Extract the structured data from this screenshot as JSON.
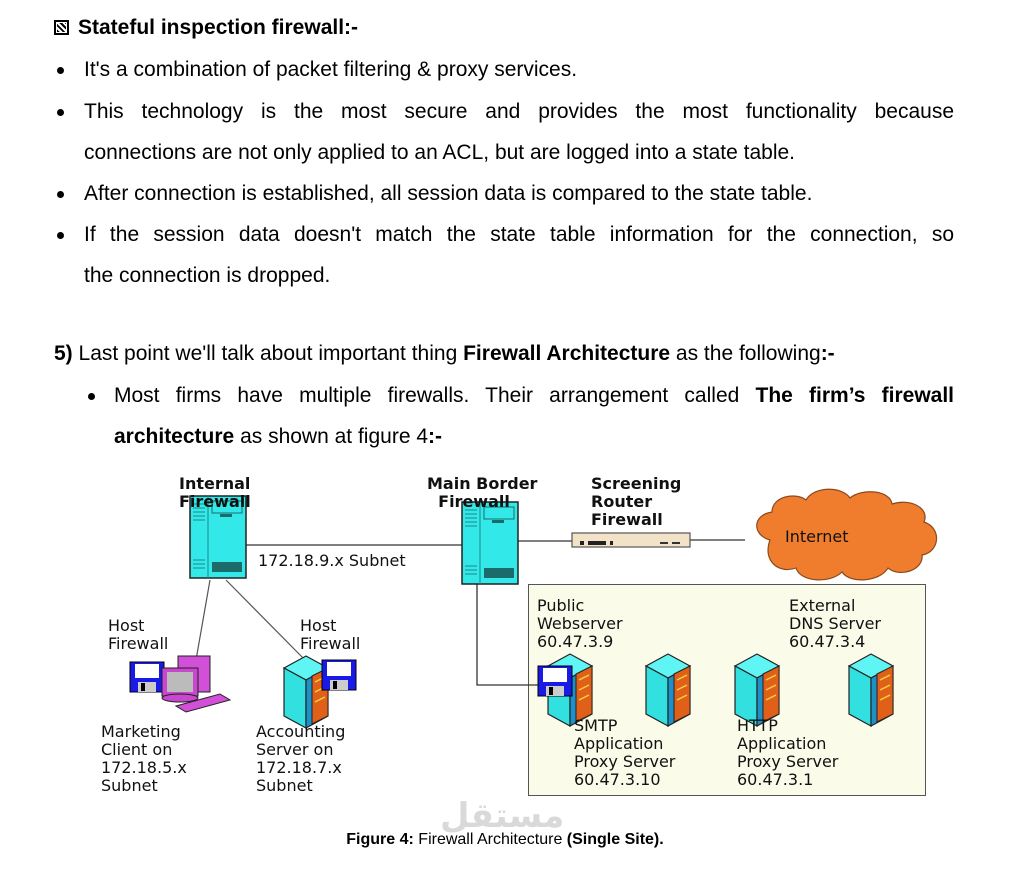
{
  "section": {
    "heading": "Stateful inspection firewall:-",
    "heading_icon": "checkbox-cross-icon",
    "bullets": [
      {
        "lines": [
          "It's a combination of packet filtering & proxy services."
        ]
      },
      {
        "lines": [
          "This technology is the most secure and provides the most functionality because",
          "connections are not only applied to an ACL, but are logged into a state table."
        ]
      },
      {
        "lines": [
          "After connection is established, all session data is compared to the state table."
        ]
      },
      {
        "lines": [
          "If the session data doesn't match the state table information for the connection, so",
          "the connection is dropped."
        ]
      }
    ]
  },
  "point5": {
    "number": "5)",
    "text_before": "Last point we'll talk about important thing",
    "bold": "Firewall Architecture",
    "text_after": "as the following",
    "end": ":-",
    "sub_bullet": {
      "line1_before": "Most firms have multiple firewalls. Their arrangement called",
      "line1_bold": "The firm’s firewall",
      "line2_bold": "architecture",
      "line2_after": "as shown at figure 4",
      "line2_end": ":-"
    }
  },
  "figure": {
    "nodes": {
      "internal_firewall": "Internal\nFirewall",
      "main_border_firewall": "Main Border\n  Firewall",
      "screening_router": "Screening\nRouter\nFirewall",
      "internet": "Internet",
      "subnet": "172.18.9.x Subnet",
      "host_firewall_1": "Host\nFirewall",
      "host_firewall_2": "Host\nFirewall",
      "marketing": "Marketing\nClient on\n172.18.5.x\nSubnet",
      "accounting": "Accounting\nServer on\n172.18.7.x\nSubnet",
      "public_web": "Public\nWebserver\n60.47.3.9",
      "external_dns": "External\nDNS Server\n60.47.3.4",
      "smtp_proxy": "SMTP\nApplication\nProxy Server\n60.47.3.10",
      "http_proxy": "HTTP\nApplication\nProxy Server\n60.47.3.1"
    },
    "colors": {
      "server_cyan": "#33e8e8",
      "cloud_orange": "#f07d2e",
      "dmz_bg": "#fafbe8",
      "client_magenta": "#d24fd8",
      "floppy_blue": "#1a1ae6"
    },
    "caption_label": "Figure 4:",
    "caption_text": "Firewall Architecture",
    "caption_bold_tail": "(Single Site).",
    "watermark": "مستقل"
  }
}
